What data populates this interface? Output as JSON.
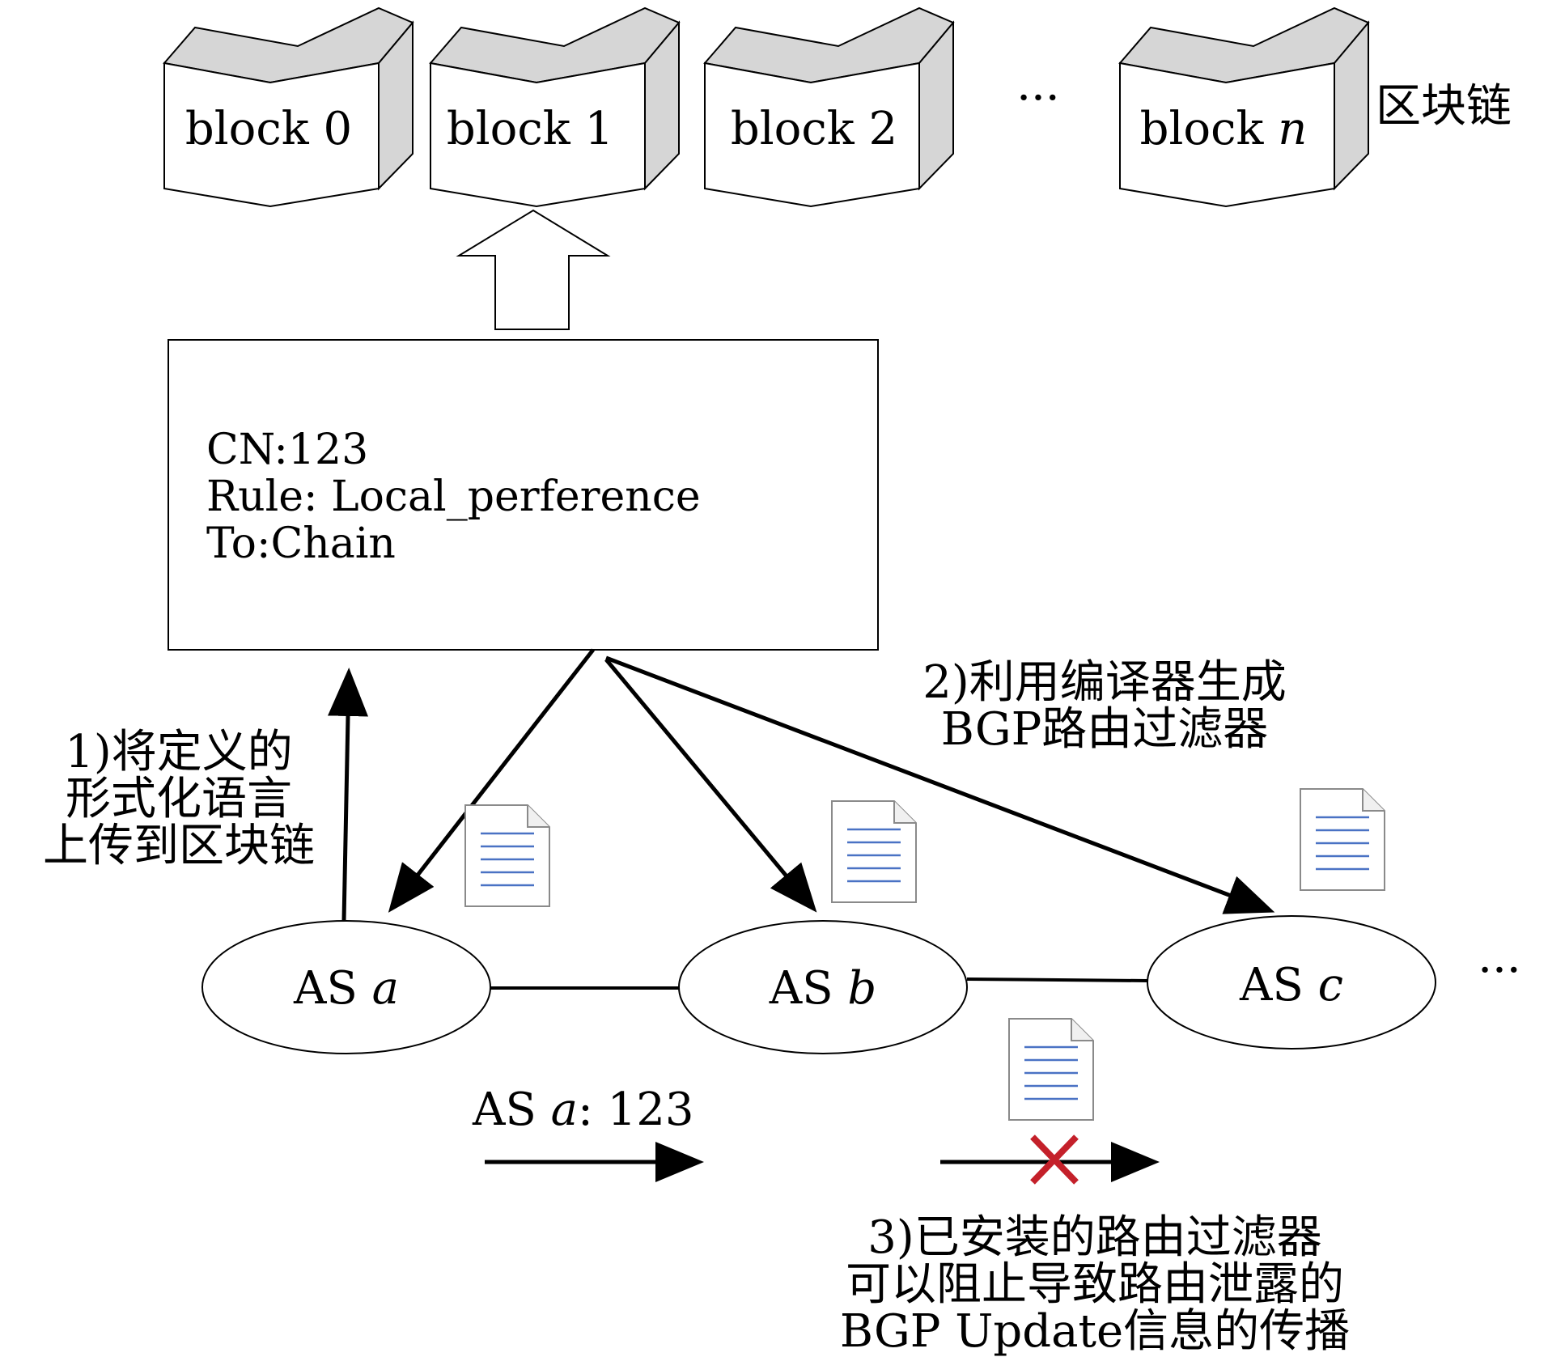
{
  "chain": {
    "blocks": [
      {
        "prefix": "block ",
        "index": "0"
      },
      {
        "prefix": "block ",
        "index": "1"
      },
      {
        "prefix": "block ",
        "index": "2"
      },
      {
        "prefix": "block ",
        "index": "n"
      }
    ],
    "ellipsis": "···",
    "label": "区块链"
  },
  "rule_box": {
    "lines": [
      "CN:123",
      "Rule: Local_perference",
      "To:Chain"
    ]
  },
  "steps": {
    "step1": [
      "1)将定义的",
      "形式化语言",
      "上传到区块链"
    ],
    "step2": [
      "2)利用编译器生成",
      "BGP路由过滤器"
    ],
    "step3": [
      "3)已安装的路由过滤器",
      "可以阻止导致路由泄露的",
      "BGP Update信息的传播"
    ]
  },
  "nodes": [
    {
      "prefix": "AS ",
      "var": "a"
    },
    {
      "prefix": "AS ",
      "var": "b"
    },
    {
      "prefix": "AS ",
      "var": "c"
    }
  ],
  "nodes_ellipsis": "···",
  "announcement": {
    "prefix": "AS ",
    "var": "a",
    "suffix": ": 123"
  },
  "colors": {
    "stroke": "#000000",
    "block_side": "#d6d6d6",
    "doc_lines": "#4a72c4",
    "doc_border": "#8a8a8a",
    "block_x": "#c4202a"
  }
}
